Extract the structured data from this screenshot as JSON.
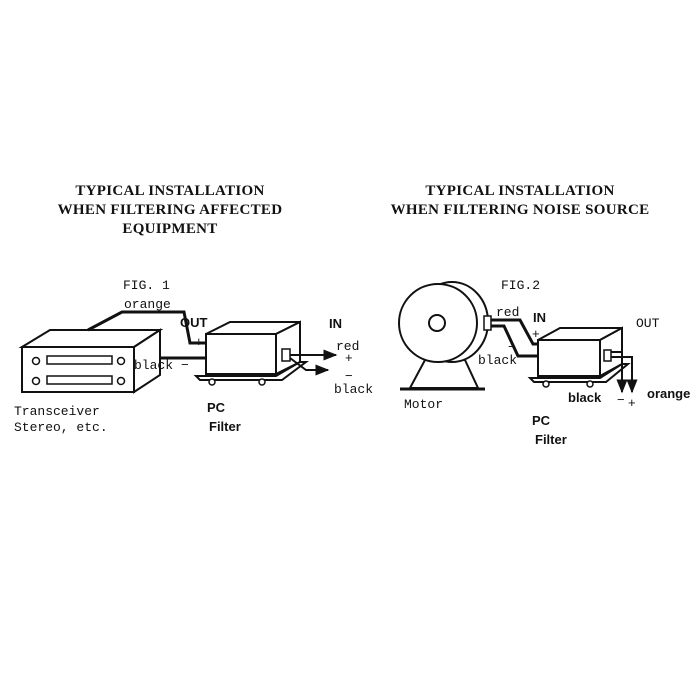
{
  "fig1": {
    "title_lines": [
      "TYPICAL INSTALLATION",
      "WHEN FILTERING AFFECTED",
      "EQUIPMENT"
    ],
    "fig_label": "FIG. 1",
    "orange": "orange",
    "out": "OUT",
    "in": "IN",
    "plus_out": "+",
    "black_left": "black",
    "minus_out": "−",
    "red": "red",
    "plus_in": "+",
    "minus_in": "−",
    "black_right": "black",
    "device_lines": [
      "Transceiver",
      "Stereo, etc."
    ],
    "filter_lines": [
      "PC",
      "Filter"
    ]
  },
  "fig2": {
    "title_lines": [
      "TYPICAL INSTALLATION",
      "WHEN FILTERING NOISE SOURCE"
    ],
    "fig_label": "FIG.2",
    "red": "red",
    "in": "IN",
    "plus_in": "+",
    "minus_in": "−",
    "black_in": "black",
    "out": "OUT",
    "motor": "Motor",
    "black_out": "black",
    "minus_out": "−",
    "plus_out": "+",
    "orange": "orange",
    "filter_lines": [
      "PC",
      "Filter"
    ]
  }
}
